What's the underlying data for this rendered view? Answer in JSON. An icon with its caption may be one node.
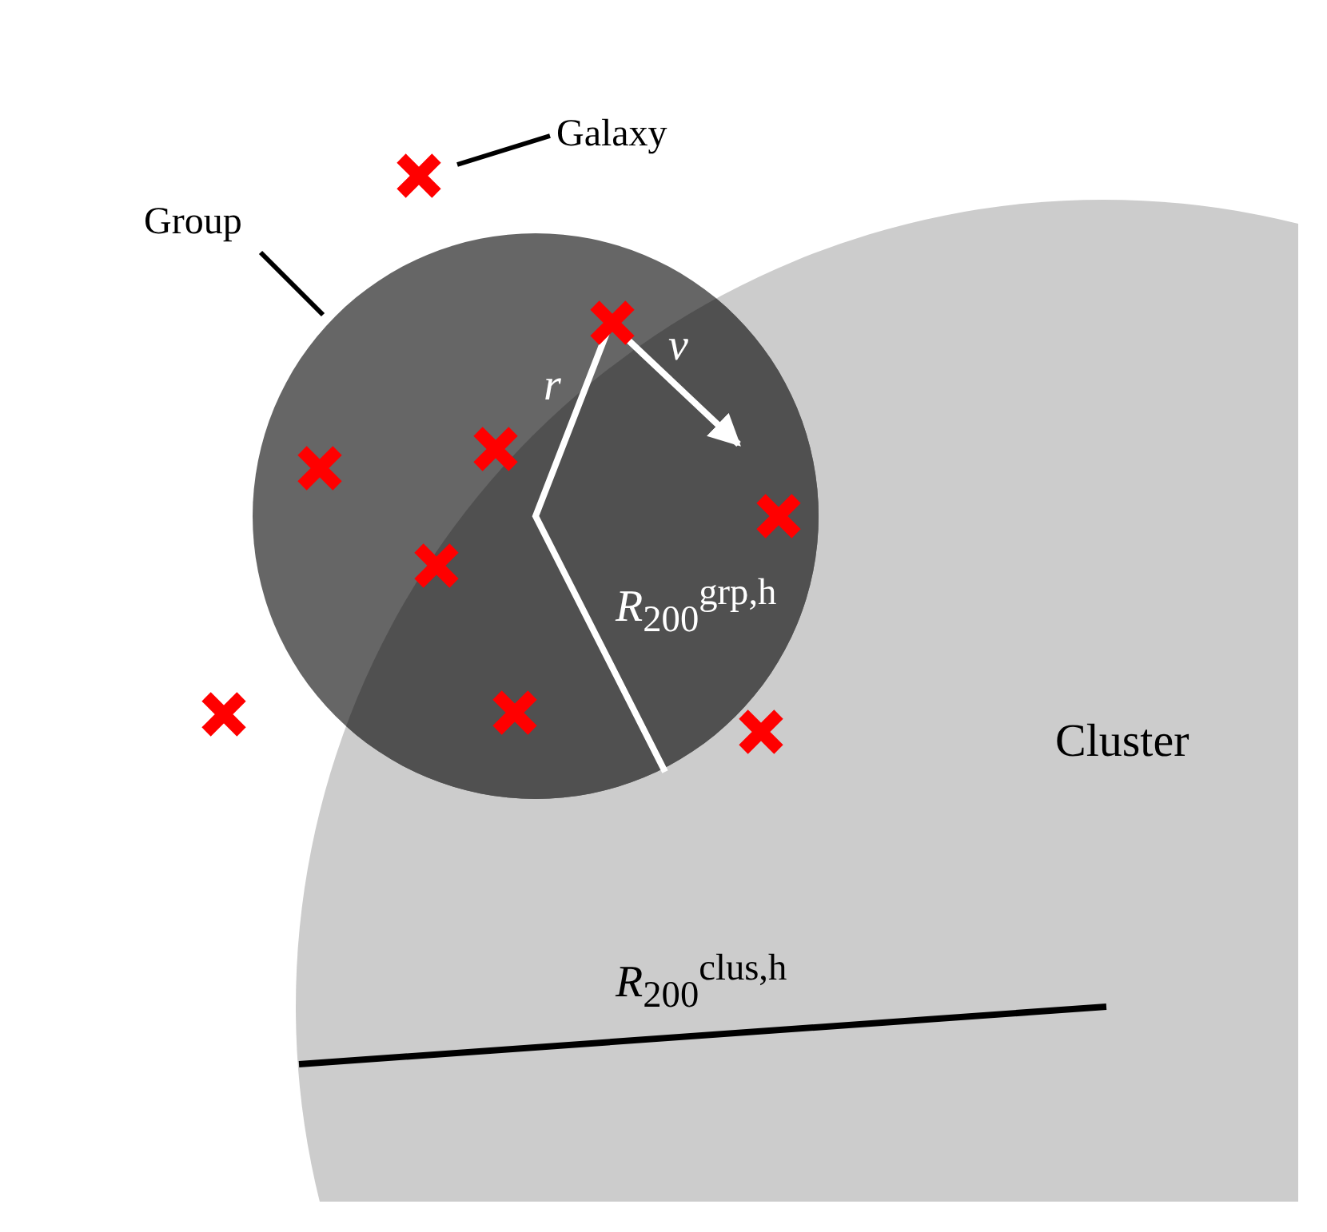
{
  "diagram": {
    "nodes": [
      {
        "text": [
          "Galaxy"
        ]
      },
      {
        "text": [],
        "shape": "cross"
      },
      {
        "text": [
          "Group"
        ]
      },
      {
        "text": [],
        "shape": "circle"
      },
      {
        "text": [
          "Cluster"
        ]
      }
    ],
    "edges": [
      {
        "from": 0,
        "to": 1,
        "arrow": "none"
      },
      {
        "from": 2,
        "to": 3,
        "arrow": "none"
      }
    ],
    "labels": [
      "*v*",
      "*r*",
      "*R*$_{200}$$^{grp,h}$",
      "*R*$_{200}$$^{clus,h}$"
    ]
  }
}
